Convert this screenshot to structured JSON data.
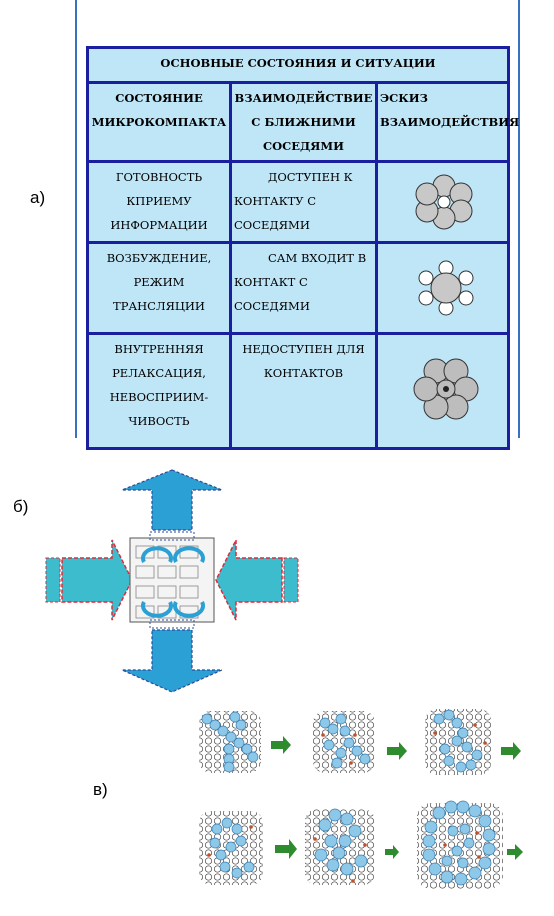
{
  "labels": {
    "a": "а)",
    "b": "б)",
    "c": "в)"
  },
  "table": {
    "title": "ОСНОВНЫЕ СОСТОЯНИЯ И СИТУАЦИИ",
    "headers": [
      "СОСТОЯНИЕ МИКРОКОМПАКТА",
      "ВЗАИМОДЕЙСТВИЕ С БЛИЖНИМИ СОСЕДЯМИ",
      "ЭСКИЗ ВЗАИМОДЕЙСТВИЯ"
    ],
    "rows": [
      {
        "state": "ГОТОВНОСТЬ КПРИЕМУ ИНФОРМАЦИИ",
        "interaction": "ДОСТУПЕН К КОНТАКТУ С СОСЕДЯМИ",
        "sketch": "gray-cluster-white-center-icon"
      },
      {
        "state": "ВОЗБУЖДЕНИЕ, РЕЖИМ ТРАНСЛЯЦИИ",
        "interaction": "САМ ВХОДИТ В КОНТАКТ С СОСЕДЯМИ",
        "sketch": "gray-center-white-ring-icon"
      },
      {
        "state": "ВНУТРЕННЯЯ РЕЛАКСАЦИЯ, НЕВОСПРИИМ-ЧИВОСТЬ",
        "interaction": "НЕДОСТУПЕН ДЛЯ КОНТАКТОВ",
        "sketch": "gray-closed-cluster-icon"
      }
    ]
  },
  "colors": {
    "table_border": "#1a1fa0",
    "cell_fill": "#bfe6f7",
    "arrow_fill": "#2aa0d4",
    "arrow_side_fill": "#3cbccc",
    "dash_border": "#e02a3a",
    "bead": "#8ec8e8",
    "next_arrow": "#2e8b2e"
  }
}
